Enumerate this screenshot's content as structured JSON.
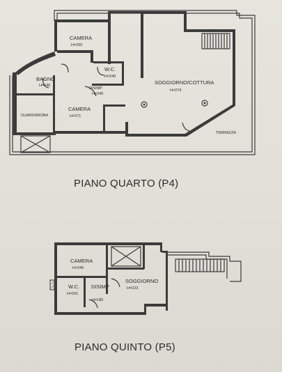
{
  "floor4": {
    "title": "PIANO QUARTO (P4)",
    "rooms": {
      "camera_top": {
        "name": "CAMERA",
        "height": "H=250"
      },
      "bagno": {
        "name": "BAGNO",
        "height": "H=246"
      },
      "wc": {
        "name": "W.C.",
        "height": "H=240"
      },
      "disimp": {
        "name": "DISIMP",
        "height": "H=240"
      },
      "soggiorno": {
        "name": "SOGGIORNO/COTTURA",
        "height": "H=274"
      },
      "camera_mid": {
        "name": "CAMERA",
        "height": "H=271"
      },
      "guardaroba": {
        "name": "GUARDAROBA"
      },
      "terrazza": {
        "name": "TERRAZZA"
      }
    }
  },
  "floor5": {
    "title": "PIANO QUINTO (P5)",
    "rooms": {
      "camera": {
        "name": "CAMERA",
        "height": "H=240"
      },
      "wc": {
        "name": "W.C.",
        "height": "H=201"
      },
      "disimp": {
        "name": "DISIMP",
        "height": "H=180"
      },
      "soggiorno": {
        "name": "SOGGIORNO",
        "height": "H=223"
      }
    }
  }
}
